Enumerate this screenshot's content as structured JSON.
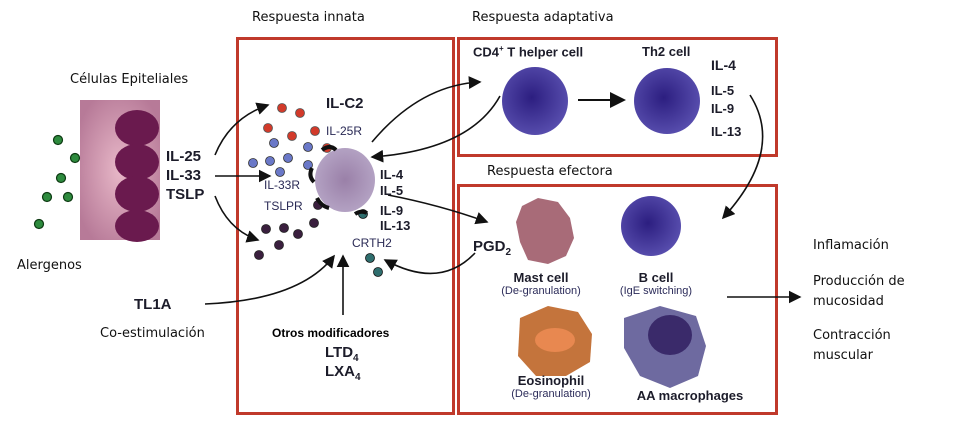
{
  "sections": {
    "epithelial": "Células Epiteliales",
    "innate": "Respuesta innata",
    "adaptive": "Respuesta adaptativa",
    "effector": "Respuesta efectora"
  },
  "epithelial_cytokines": [
    "IL-25",
    "IL-33",
    "TSLP"
  ],
  "allergens_label": "Alergenos",
  "tl1a": "TL1A",
  "costim": "Co-estimulación",
  "innate": {
    "cell": "IL-C2",
    "receptors": [
      "IL-25R",
      "IL-33R",
      "TSLPR",
      "CRTH2"
    ],
    "cytokines": [
      "IL-4",
      "IL-5",
      "IL-9",
      "IL-13"
    ],
    "other_modifiers_title": "Otros modificadores",
    "modifiers": [
      {
        "base": "LTD",
        "sub": "4"
      },
      {
        "base": "LXA",
        "sub": "4"
      }
    ]
  },
  "adaptive": {
    "cd4": {
      "pre": "CD4",
      "sup": "+",
      "post": " T helper cell"
    },
    "th2": "Th2 cell",
    "cytokines": [
      "IL-4",
      "IL-5",
      "IL-9",
      "IL-13"
    ]
  },
  "effector": {
    "pgd2": {
      "base": "PGD",
      "sub": "2"
    },
    "cells": [
      {
        "name": "Mast cell",
        "note": "(De-granulation)"
      },
      {
        "name": "B cell",
        "note": "(IgE switching)"
      },
      {
        "name": "Eosinophil",
        "note": "(De-granulation)"
      },
      {
        "name": "AA macrophages",
        "note": ""
      }
    ]
  },
  "outcomes": [
    "Inflamación",
    "Producción de",
    "mucosidad",
    "Contracción",
    "muscular"
  ],
  "colors": {
    "box_border": "#c0392b",
    "allergen": "#2e8b3e",
    "il25_dots": "#d23a2a",
    "il33_dots": "#6a78c8",
    "tslp_dots": "#3a1f3e",
    "crth2_dots": "#2f6e6e"
  }
}
